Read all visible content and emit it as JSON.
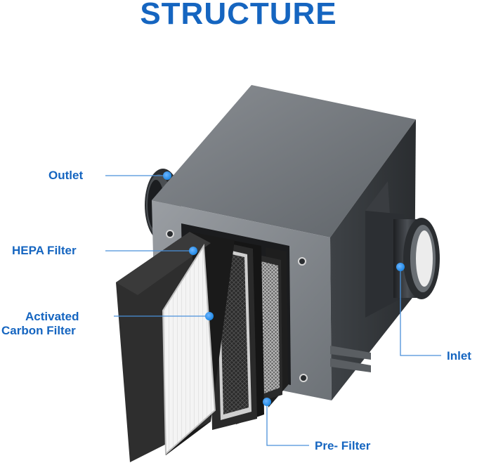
{
  "title": "STRUCTURE",
  "labels": {
    "outlet": "Outlet",
    "hepa": "HEPA Filter",
    "carbon_line1": "Activated",
    "carbon_line2": "Carbon Filter",
    "inlet": "Inlet",
    "prefilter": "Pre- Filter"
  },
  "colors": {
    "accent": "#1565c0",
    "marker": "#1e88e5",
    "leader": "#4a90d9"
  }
}
